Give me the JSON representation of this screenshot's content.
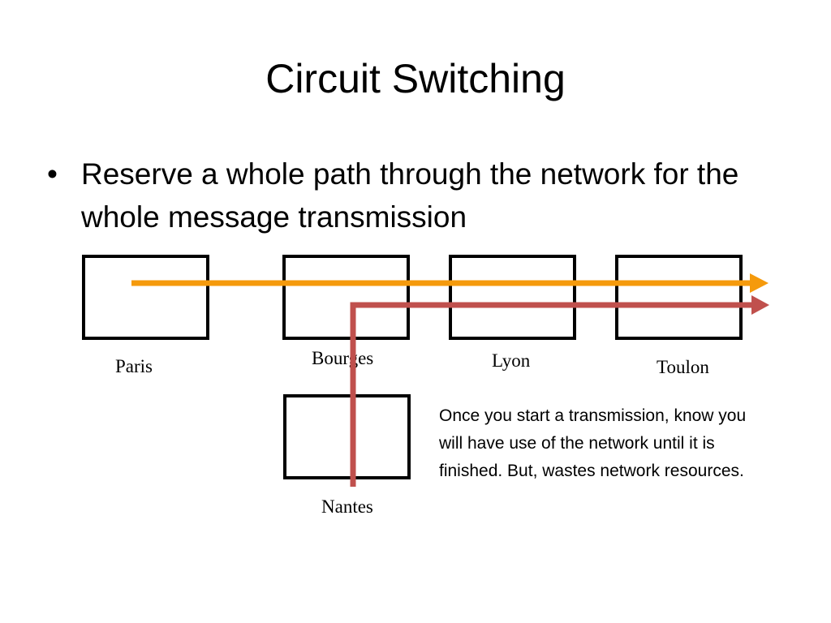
{
  "slide": {
    "title": "Circuit Switching",
    "bullet": "Reserve a whole path through the network for the whole message transmission"
  },
  "nodes": {
    "paris": "Paris",
    "bourges": "Bourges",
    "lyon": "Lyon",
    "toulon": "Toulon",
    "nantes": "Nantes"
  },
  "note": "Once you start a transmission, know you will have use of the network until it is finished.  But, wastes network resources.",
  "colors": {
    "path_paris_toulon": "#f59a0c",
    "path_nantes_toulon": "#c0504d",
    "node_border": "#000000"
  }
}
